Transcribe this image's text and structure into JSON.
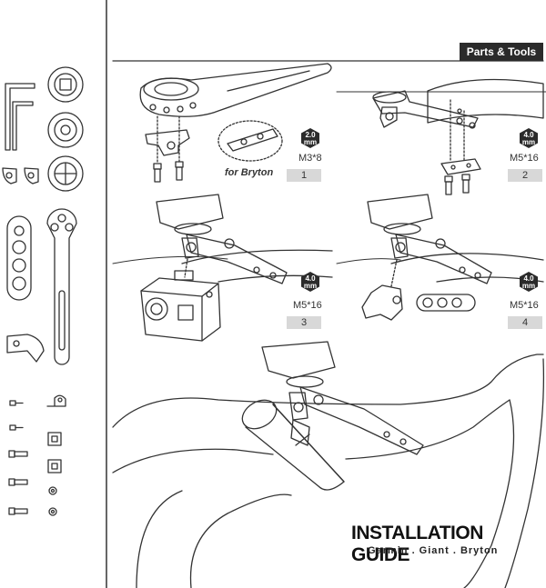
{
  "header": {
    "label": "Parts & Tools"
  },
  "steps": [
    {
      "number": "1",
      "screw": "M3*8",
      "wrench": {
        "size": "2.0",
        "unit": "mm"
      }
    },
    {
      "number": "2",
      "screw": "M5*16",
      "wrench": {
        "size": "4.0",
        "unit": "mm"
      }
    },
    {
      "number": "3",
      "screw": "M5*16",
      "wrench": {
        "size": "4.0",
        "unit": "mm"
      }
    },
    {
      "number": "4",
      "screw": "M5*16",
      "wrench": {
        "size": "4.0",
        "unit": "mm"
      }
    }
  ],
  "note": "for Bryton",
  "title": "INSTALLATION GUIDE",
  "brands": "Garmin . Giant . Bryton",
  "colors": {
    "ink": "#333333",
    "header_bg": "#2b2b2b",
    "step_bg": "#d8d8d8"
  }
}
